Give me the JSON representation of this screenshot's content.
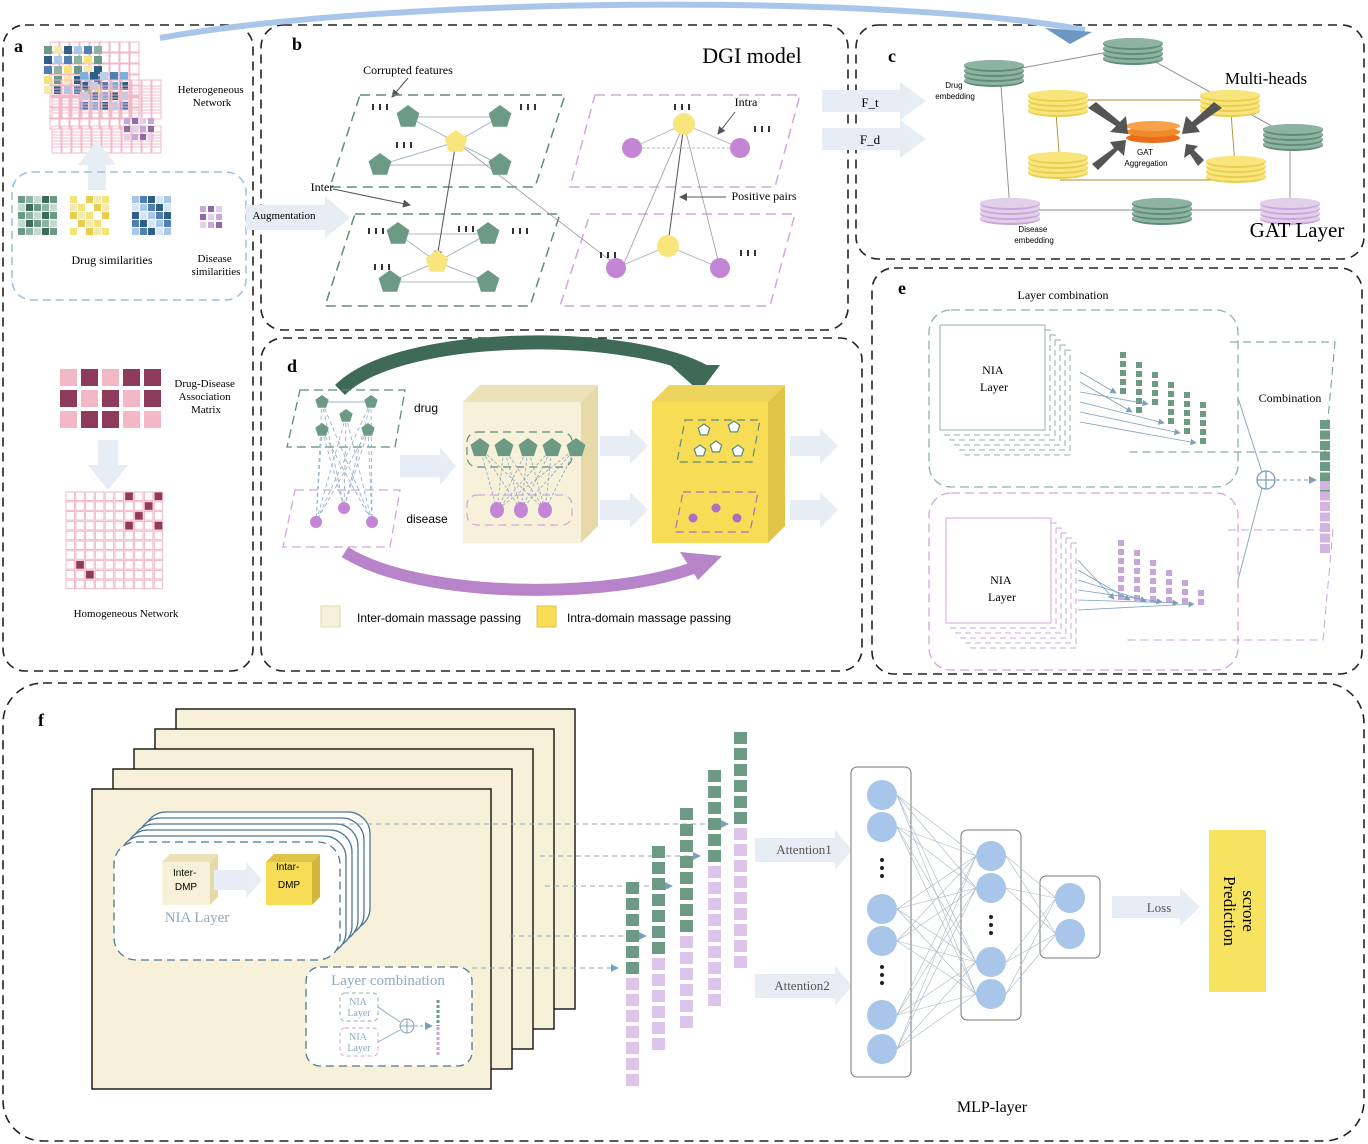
{
  "panels": {
    "a": {
      "letter": "a",
      "heterogeneous": "Heterogeneous Network",
      "drug_sim": "Drug similarities",
      "disease_sim": "Disease similarities",
      "assoc": "Drug-Disease Association Matrix",
      "homogeneous": "Homogeneous Network",
      "augmentation": "Augmentation"
    },
    "b": {
      "letter": "b",
      "title": "DGI model",
      "corrupted": "Corrupted features",
      "inter": "Inter",
      "intra": "Intra",
      "positive": "Positive pairs",
      "f_t": "F_t",
      "f_d": "F_d"
    },
    "c": {
      "letter": "c",
      "drug_emb": "Drug embedding",
      "multiheads": "Multi-heads",
      "gat_agg": "GAT Aggregation",
      "disease_emb": "Disease embedding",
      "gat_layer": "GAT Layer"
    },
    "d": {
      "letter": "d",
      "drug": "drug",
      "disease": "disease",
      "inter_mp": "Inter-domain massage passing",
      "intra_mp": "Intra-domain massage passing"
    },
    "e": {
      "letter": "e",
      "layer_comb": "Layer combination",
      "nia1": "NIA Layer",
      "nia2": "NIA Layer",
      "combination": "Combination"
    },
    "f": {
      "letter": "f",
      "inter_dmp": "Inter-DMP",
      "intar_dmp": "Intar-DMP",
      "nia_layer": "NIA Layer",
      "layer_comb": "Layer combination",
      "mini_nia1": "NIA Layer",
      "mini_nia2": "NIA Layer",
      "attention1": "Attention1",
      "attention2": "Attention2",
      "loss": "Loss",
      "prediction": "Prediction",
      "scrore": "scrore",
      "mlp": "MLP-layer"
    }
  },
  "colors": {
    "green": "#6c9a85",
    "pink": "#f2b8c6",
    "lilac": "#c9a6d9",
    "purple": "#a86fc4",
    "yellow": "#f6e27a",
    "cream": "#f7f1d9",
    "blue": "#a7c6ea",
    "orange": "#f28a22",
    "maroon": "#8e3a5a",
    "arrow": "#e6edf5",
    "dash": "#222222"
  }
}
